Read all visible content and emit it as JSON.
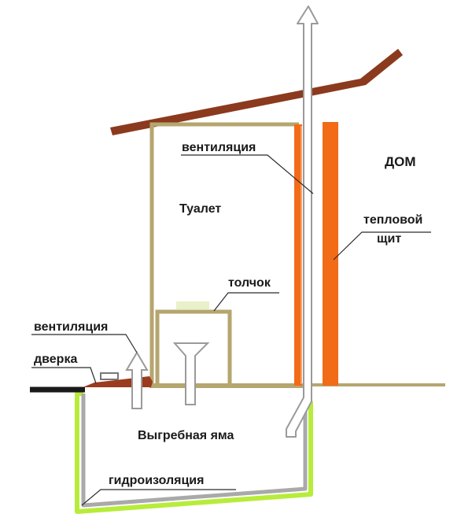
{
  "labels": {
    "ventilation_top": "вентиляция",
    "house": "ДОМ",
    "toilet": "Туалет",
    "heat_shield_1": "тепловой",
    "heat_shield_2": "щит",
    "toilet_seat": "толчок",
    "ventilation_left": "вентиляция",
    "door": "дверка",
    "cesspit": "Выгребная яма",
    "waterproofing": "гидроизоляция"
  },
  "colors": {
    "roof": "#8b3a1e",
    "walls": "#b5a66f",
    "heat_shield": "#f26b16",
    "pipe_outline": "#9a9a9a",
    "waterproofing": "#b7ec3a",
    "pit_wall": "#a9a9a9",
    "ground_left": "#1a1a1a",
    "door": "#9c3a1e"
  }
}
